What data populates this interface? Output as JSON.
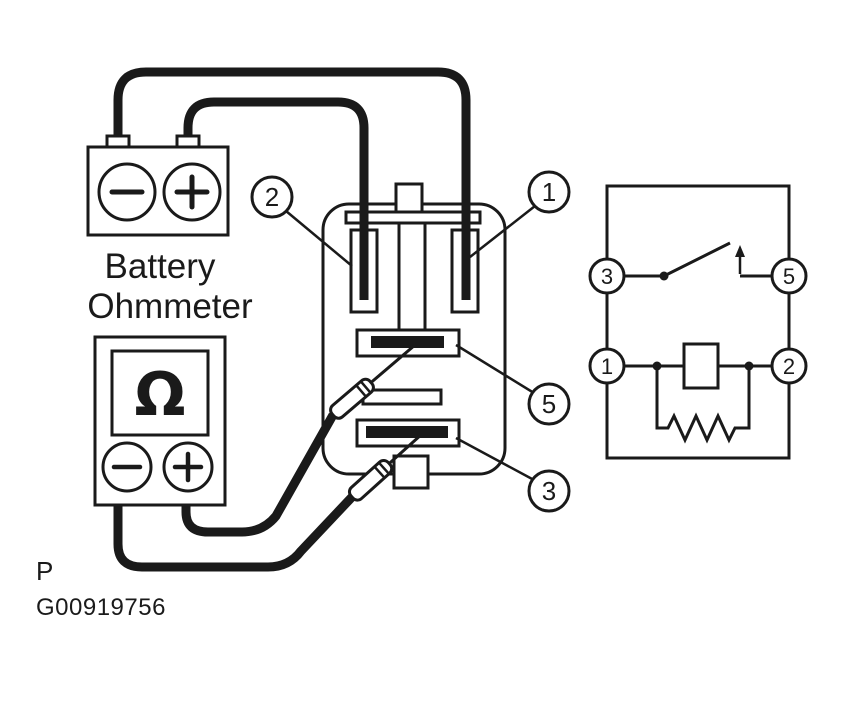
{
  "page": {
    "background_color": "#ffffff",
    "ink_color": "#1a1a1a"
  },
  "battery": {
    "label": "Battery",
    "minus_symbol": "−",
    "plus_symbol": "+"
  },
  "ohmmeter": {
    "label": "Ohmmeter",
    "display_symbol": "Ω",
    "minus_symbol": "−",
    "plus_symbol": "+"
  },
  "callouts": {
    "c1": "1",
    "c2": "2",
    "c5": "5",
    "c3": "3"
  },
  "schematic": {
    "t3": "3",
    "t5": "5",
    "t1": "1",
    "t2": "2"
  },
  "footer": {
    "page_marker": "P",
    "figure_id": "G00919756"
  }
}
